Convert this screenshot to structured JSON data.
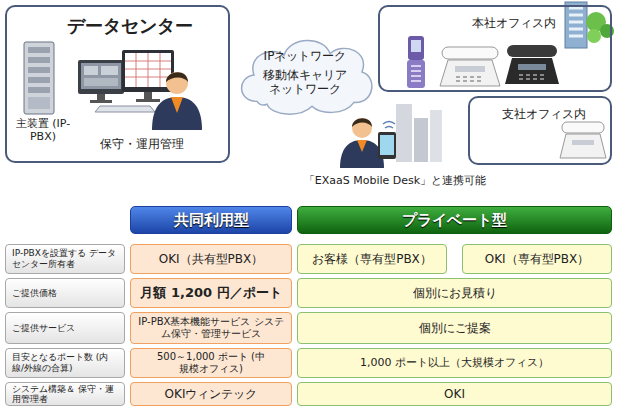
{
  "diagram": {
    "nodes": [
      {
        "text": [
          "データセンター"
        ]
      },
      {
        "text": [
          "IPネットワーク",
          "移動体キャリア ネットワーク"
        ]
      },
      {
        "text": [
          "本社オフィス内"
        ]
      },
      {
        "text": [
          "支社オフィス内"
        ]
      },
      {
        "text": [
          "共同利用型"
        ]
      },
      {
        "text": [
          "プライベート型"
        ]
      },
      {
        "text": [
          "IP-PBXを設置する データセンター所有者"
        ]
      },
      {
        "text": [
          "OKI（共有型PBX）"
        ]
      },
      {
        "text": [
          "お客様（専有型PBX）"
        ]
      },
      {
        "text": [
          "OKI（専有型PBX）"
        ]
      },
      {
        "text": [
          "ご提供価格"
        ]
      },
      {
        "text": [
          "月額 1,200 円／ポート"
        ]
      },
      {
        "text": [
          "個別にお見積り"
        ]
      },
      {
        "text": [
          "ご提供サービス"
        ]
      },
      {
        "text": [
          "IP-PBX基本機能サービス システム保守・管理サービス"
        ]
      },
      {
        "text": [
          "個別にご提案"
        ]
      },
      {
        "text": [
          "目安となるポート数 (内線/外線の合算)"
        ]
      },
      {
        "text": [
          "500～1,000 ポート (中規模オフィス)"
        ]
      },
      {
        "text": [
          "1,000 ポート以上（大規模オフィス）"
        ]
      },
      {
        "text": [
          "システム構築＆ 保守・運用管理者"
        ]
      },
      {
        "text": [
          "OKIウィンテック"
        ]
      },
      {
        "text": [
          "OKI"
        ]
      }
    ],
    "labels": [
      "主装置 (IP-PBX)",
      "保守・運用管理",
      "「EXaaS Mobile Desk」と連携可能"
    ]
  }
}
